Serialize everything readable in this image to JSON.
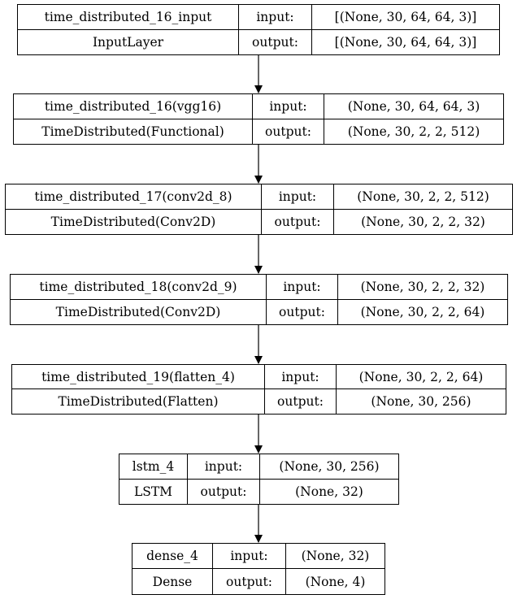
{
  "nodes": [
    {
      "name": "time_distributed_16_input",
      "type": "InputLayer",
      "input_label": "input:",
      "input_shape": "[(None, 30, 64, 64, 3)]",
      "output_label": "output:",
      "output_shape": "[(None, 30, 64, 64, 3)]"
    },
    {
      "name": "time_distributed_16(vgg16)",
      "type": "TimeDistributed(Functional)",
      "input_label": "input:",
      "input_shape": "(None, 30, 64, 64, 3)",
      "output_label": "output:",
      "output_shape": "(None, 30, 2, 2, 512)"
    },
    {
      "name": "time_distributed_17(conv2d_8)",
      "type": "TimeDistributed(Conv2D)",
      "input_label": "input:",
      "input_shape": "(None, 30, 2, 2, 512)",
      "output_label": "output:",
      "output_shape": "(None, 30, 2, 2, 32)"
    },
    {
      "name": "time_distributed_18(conv2d_9)",
      "type": "TimeDistributed(Conv2D)",
      "input_label": "input:",
      "input_shape": "(None, 30, 2, 2, 32)",
      "output_label": "output:",
      "output_shape": "(None, 30, 2, 2, 64)"
    },
    {
      "name": "time_distributed_19(flatten_4)",
      "type": "TimeDistributed(Flatten)",
      "input_label": "input:",
      "input_shape": "(None, 30, 2, 2, 64)",
      "output_label": "output:",
      "output_shape": "(None, 30, 256)"
    },
    {
      "name": "lstm_4",
      "type": "LSTM",
      "input_label": "input:",
      "input_shape": "(None, 30, 256)",
      "output_label": "output:",
      "output_shape": "(None, 32)"
    },
    {
      "name": "dense_4",
      "type": "Dense",
      "input_label": "input:",
      "input_shape": "(None, 32)",
      "output_label": "output:",
      "output_shape": "(None, 4)"
    }
  ]
}
